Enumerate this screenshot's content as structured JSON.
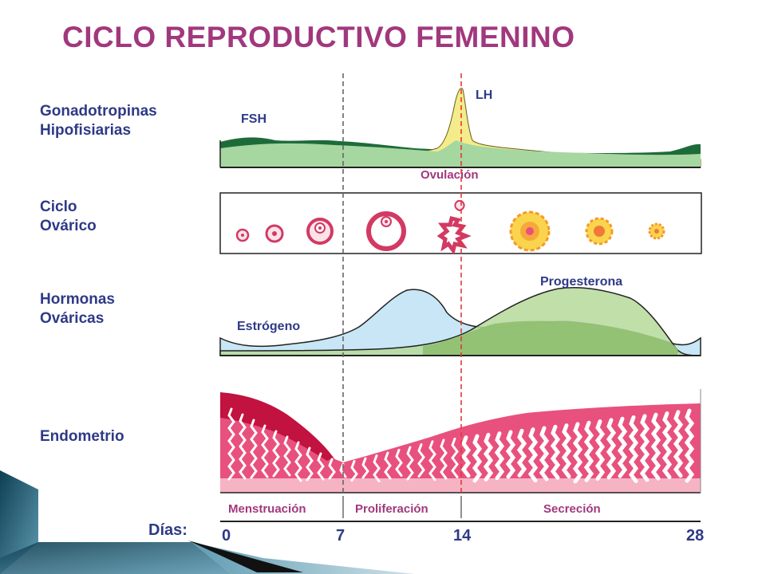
{
  "title": "CICLO REPRODUCTIVO FEMENINO",
  "rows": [
    {
      "id": "gonadotropinas",
      "lines": [
        "Gonadotropinas",
        "Hipofisiarias"
      ]
    },
    {
      "id": "ovario",
      "lines": [
        "Ciclo",
        "Ovárico"
      ]
    },
    {
      "id": "hormonas",
      "lines": [
        "Hormonas",
        "Ováricas"
      ]
    },
    {
      "id": "endometrio",
      "lines": [
        "Endometrio"
      ]
    }
  ],
  "curve_labels": {
    "fsh": "FSH",
    "lh": "LH",
    "ovulacion": "Ovulación",
    "estrogeno": "Estrógeno",
    "progesterona": "Progesterona"
  },
  "phases": [
    "Menstruación",
    "Proliferación",
    "Secreción"
  ],
  "days_label": "Días:",
  "days": [
    "0",
    "7",
    "14",
    "28"
  ],
  "colors": {
    "title": "#a1387e",
    "labels": "#2e3a86",
    "fsh": "#1e6b3a",
    "lh": "#f4ec8a",
    "estrogen": "#c8e6f5",
    "progesterone": "#b5d99a",
    "endometrium": "#e8517d",
    "ovulation_line": "#e53935"
  }
}
